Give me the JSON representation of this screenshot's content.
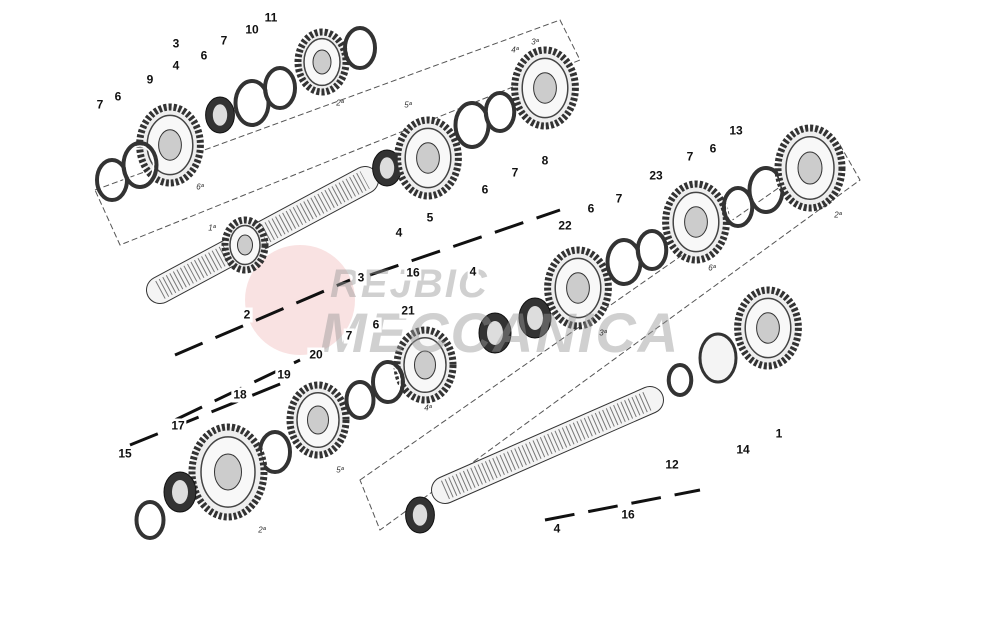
{
  "watermark": {
    "line1": "REJBIC",
    "line2": "MECCANICA",
    "color": "#e06060"
  },
  "part_labels": [
    "11",
    "10",
    "3",
    "7",
    "6",
    "4",
    "9",
    "6",
    "7",
    "5",
    "8",
    "7",
    "6",
    "4",
    "2",
    "3",
    "16",
    "4",
    "21",
    "7",
    "6",
    "20",
    "19",
    "18",
    "17",
    "15",
    "22",
    "6",
    "7",
    "23",
    "7",
    "6",
    "13",
    "1",
    "14",
    "12",
    "4",
    "16"
  ],
  "gear_ordinals": [
    "2ª",
    "6ª",
    "5ª",
    "4ª",
    "3ª",
    "1ª",
    "2ª",
    "6ª",
    "3ª",
    "4ª",
    "5ª",
    "2ª"
  ]
}
